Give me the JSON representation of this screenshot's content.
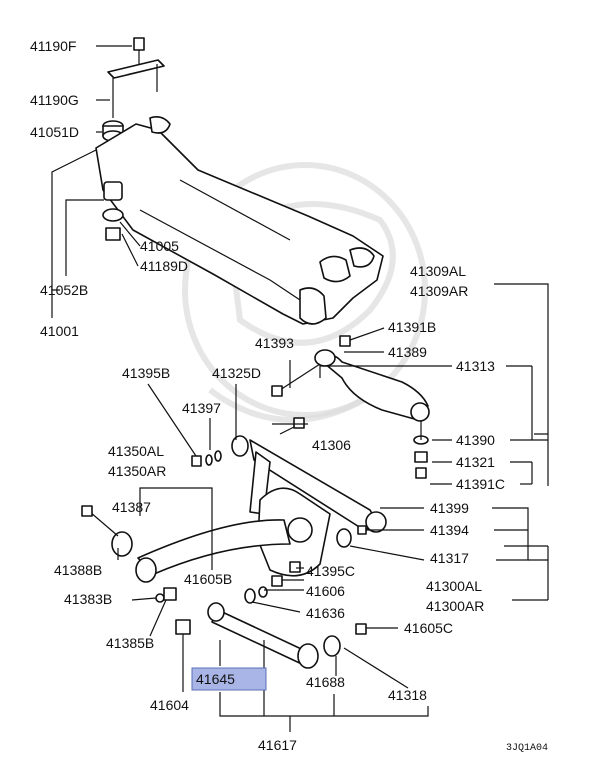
{
  "diagram": {
    "callouts": {
      "c41190F": "41190F",
      "c41190G": "41190G",
      "c41051D": "41051D",
      "c41005": "41005",
      "c41189D": "41189D",
      "c41052B": "41052B",
      "c41001": "41001",
      "c41309AL": "41309AL",
      "c41309AR": "41309AR",
      "c41391B": "41391B",
      "c41393": "41393",
      "c41389": "41389",
      "c41395B": "41395B",
      "c41325D": "41325D",
      "c41313": "41313",
      "c41397": "41397",
      "c41306": "41306",
      "c41390": "41390",
      "c41350AL": "41350AL",
      "c41321": "41321",
      "c41350AR": "41350AR",
      "c41391C": "41391C",
      "c41387": "41387",
      "c41399": "41399",
      "c41394": "41394",
      "c41317": "41317",
      "c41388B": "41388B",
      "c41395C": "41395C",
      "c41605B": "41605B",
      "c41300AL": "41300AL",
      "c41383B": "41383B",
      "c41606": "41606",
      "c41300AR": "41300AR",
      "c41636": "41636",
      "c41605C": "41605C",
      "c41385B": "41385B",
      "c41645": "41645",
      "c41688": "41688",
      "c41318": "41318",
      "c41604": "41604",
      "c41617": "41617"
    },
    "footer_code": "3JQ1A04",
    "highlighted": "41645",
    "colors": {
      "highlight": "#a9b5e6",
      "ink": "#111111"
    }
  }
}
